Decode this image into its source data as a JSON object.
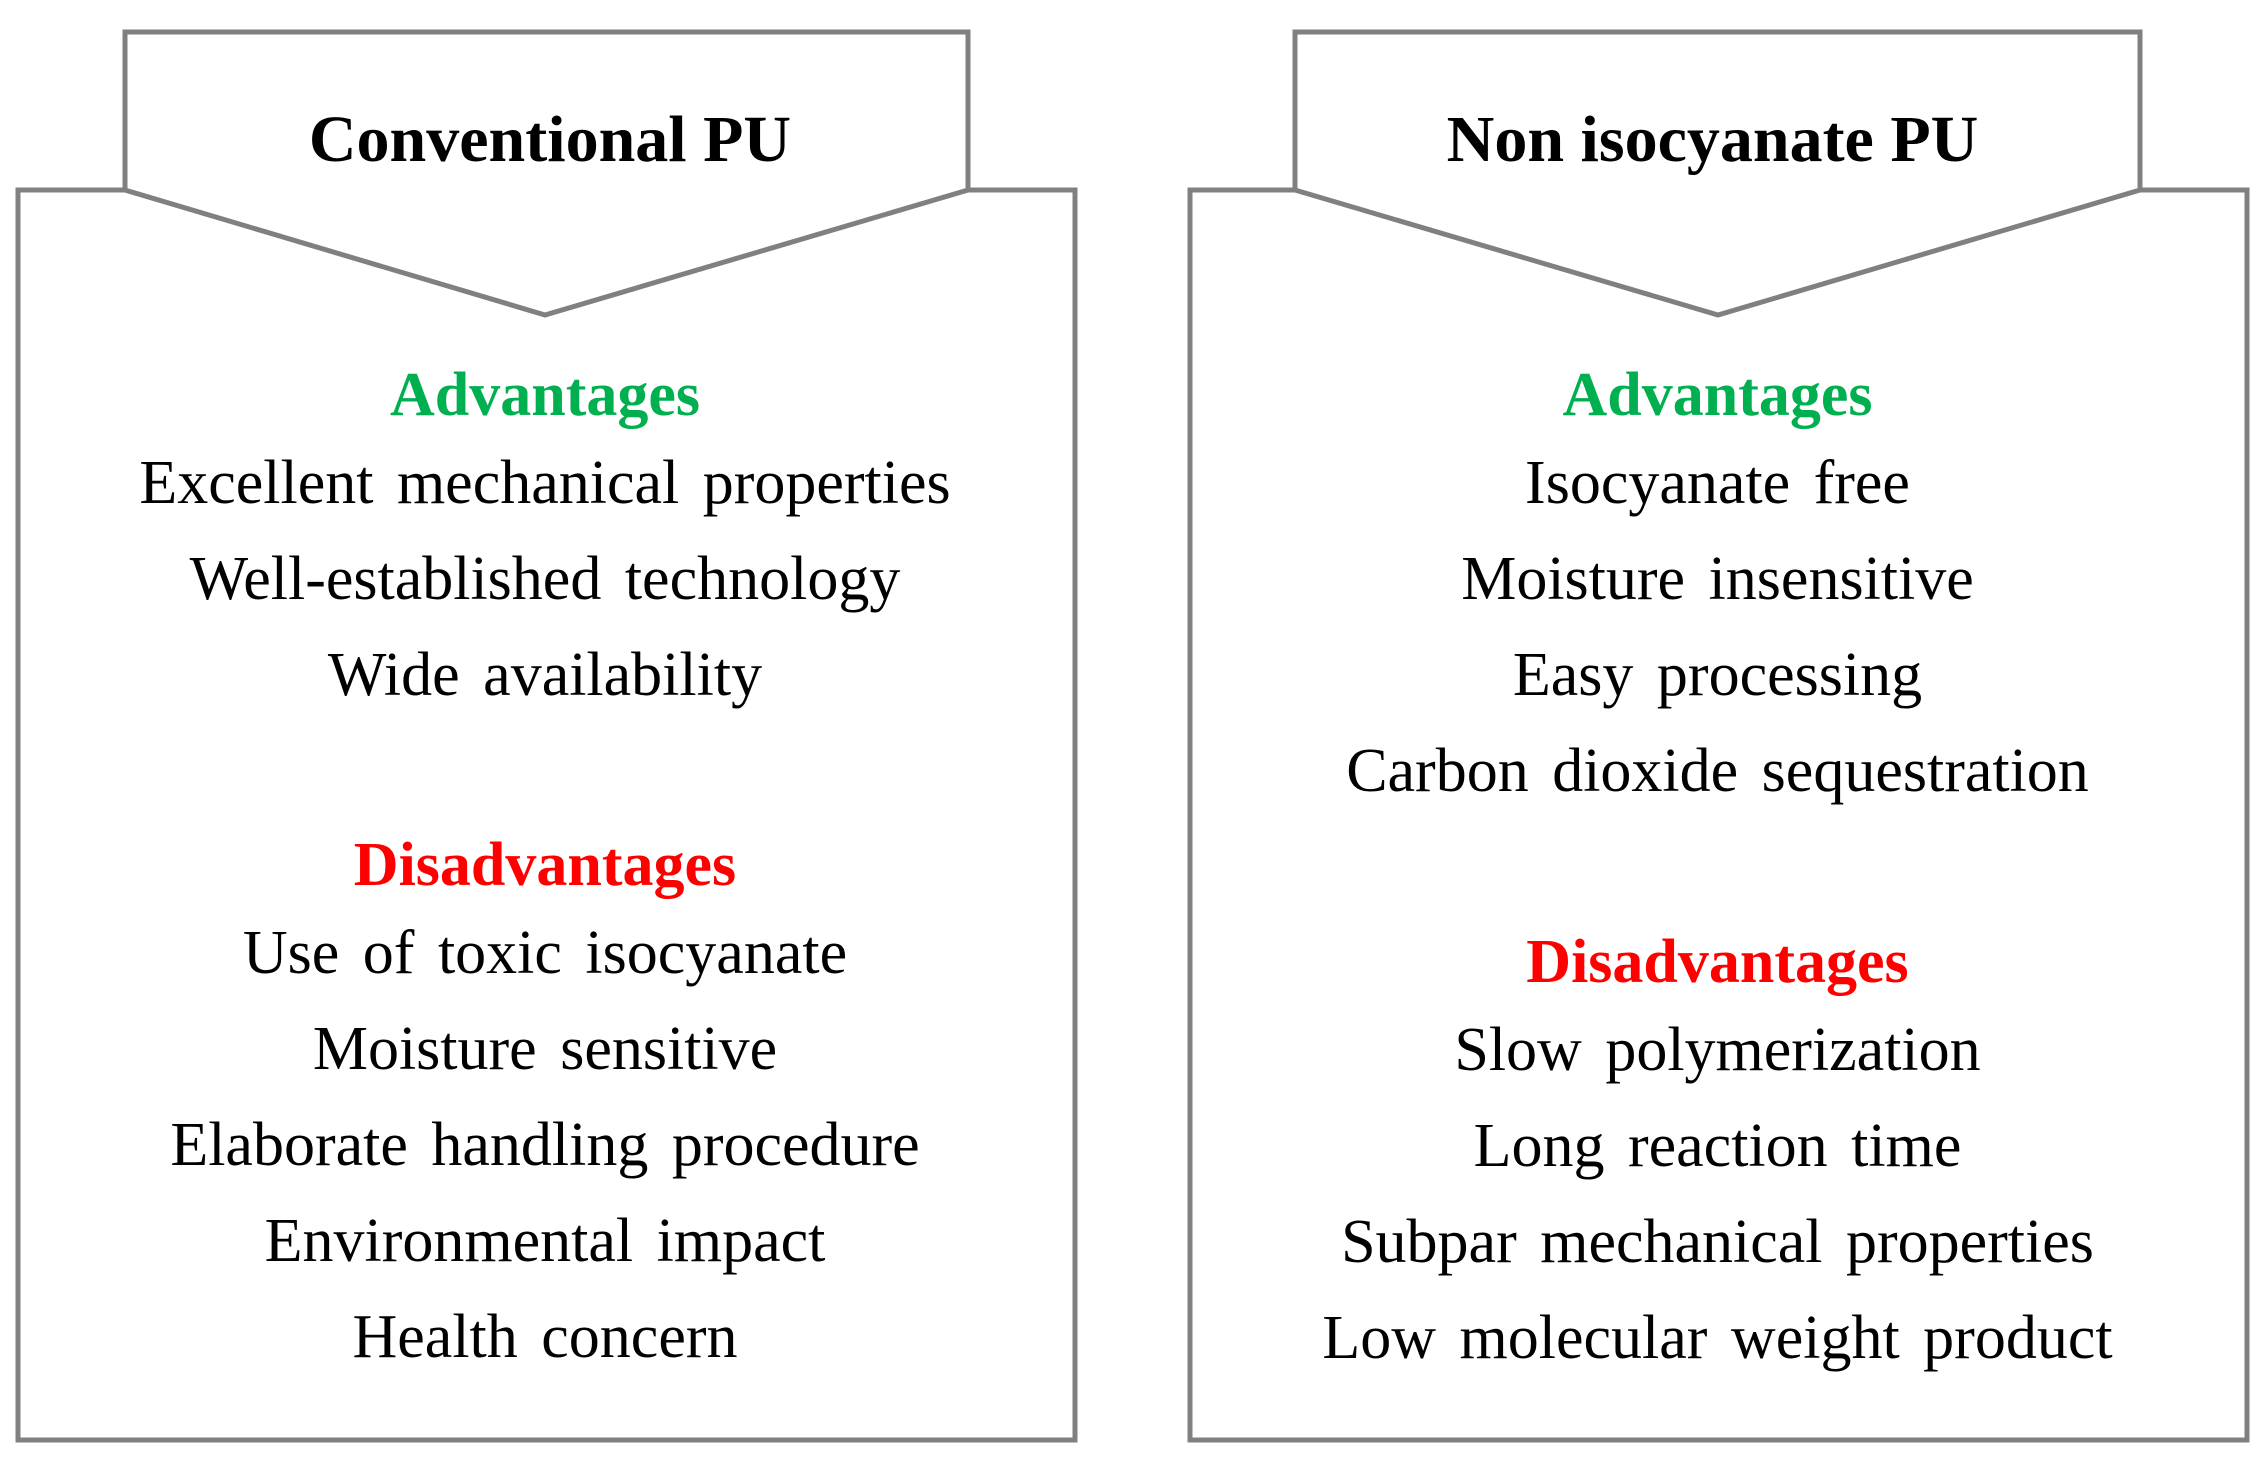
{
  "colors": {
    "advantages": "#00b050",
    "disadvantages": "#ff0000",
    "border": "#808080",
    "text": "#000000"
  },
  "panels": [
    {
      "title": "Conventional PU",
      "advantages_label": "Advantages",
      "advantages": [
        "Excellent mechanical properties",
        "Well-established technology",
        "Wide availability"
      ],
      "disadvantages_label": "Disadvantages",
      "disadvantages": [
        "Use of toxic isocyanate",
        "Moisture sensitive",
        "Elaborate handling procedure",
        "Environmental impact",
        "Health concern"
      ]
    },
    {
      "title": "Non isocyanate PU",
      "advantages_label": "Advantages",
      "advantages": [
        "Isocyanate free",
        "Moisture insensitive",
        "Easy processing",
        "Carbon dioxide sequestration"
      ],
      "disadvantages_label": "Disadvantages",
      "disadvantages": [
        "Slow polymerization",
        "Long reaction time",
        "Subpar mechanical properties",
        "Low molecular weight product"
      ]
    }
  ]
}
